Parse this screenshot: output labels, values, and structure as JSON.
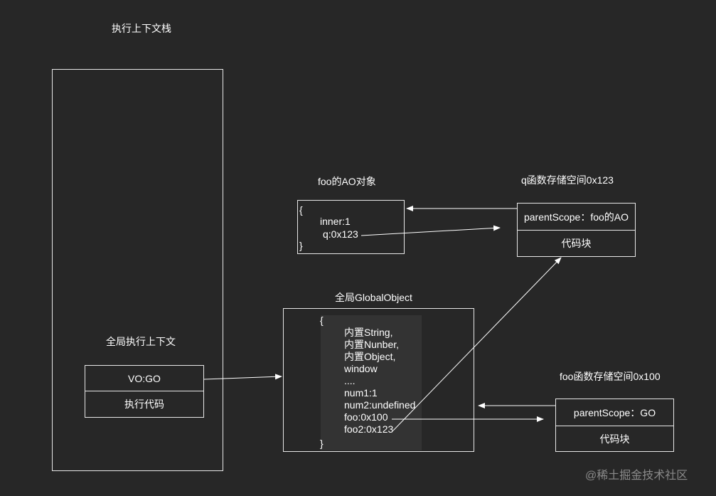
{
  "stack": {
    "title": "执行上下文栈"
  },
  "global_context": {
    "title": "全局执行上下文",
    "vo": "VO:GO",
    "code": "执行代码"
  },
  "foo_ao": {
    "title": "foo的AO对象",
    "open": "{",
    "lines": [
      "inner:1",
      "q:0x123"
    ],
    "close": "}"
  },
  "q_space": {
    "title": "q函数存储空间0x123",
    "parent_scope": "parentScope：foo的AO",
    "code": "代码块"
  },
  "global_object": {
    "title": "全局GlobalObject",
    "open": "{",
    "lines": [
      "内置String,",
      "内置Nunber,",
      "内置Object,",
      "window",
      "....",
      "num1:1",
      "num2:undefined",
      "foo:0x100",
      "foo2:0x123"
    ],
    "close": "}"
  },
  "foo_space": {
    "title": "foo函数存储空间0x100",
    "parent_scope": "parentScope：GO",
    "code": "代码块"
  },
  "watermark": "@稀土掘金技术社区",
  "colors": {
    "background": "#272727",
    "stroke": "#e8e8e8",
    "text": "#ffffff",
    "shade": "#333333"
  }
}
